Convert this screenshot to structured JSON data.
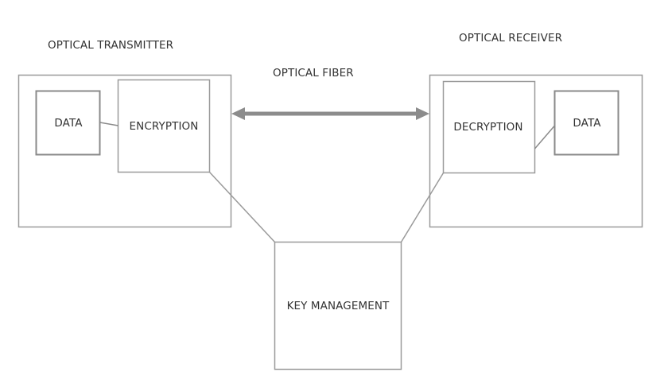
{
  "title_transmitter": "OPTICAL TRANSMITTER",
  "title_receiver": "OPTICAL RECEIVER",
  "title_fiber": "OPTICAL FIBER",
  "transmitter": {
    "data_label": "DATA",
    "encryption_label": "ENCRYPTION"
  },
  "receiver": {
    "decryption_label": "DECRYPTION",
    "data_label": "DATA"
  },
  "key_management_label": "KEY MANAGEMENT",
  "colors": {
    "box_stroke": "#9a9a9a",
    "inner_box_stroke": "#8a8a8a",
    "arrow": "#8c8c8c",
    "text": "#333333"
  }
}
